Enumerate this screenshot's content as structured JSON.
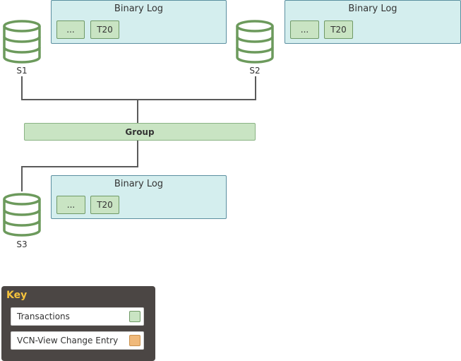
{
  "servers": [
    {
      "label": "S1",
      "binary_log": {
        "title": "Binary Log",
        "entries": [
          "...",
          "T20"
        ]
      }
    },
    {
      "label": "S2",
      "binary_log": {
        "title": "Binary Log",
        "entries": [
          "...",
          "T20"
        ]
      }
    },
    {
      "label": "S3",
      "binary_log": {
        "title": "Binary Log",
        "entries": [
          "...",
          "T20"
        ]
      }
    }
  ],
  "group": {
    "label": "Group"
  },
  "key": {
    "title": "Key",
    "items": [
      {
        "label": "Transactions",
        "color": "#c9e4c3"
      },
      {
        "label": "VCN-View Change Entry",
        "color": "#f0b97a"
      }
    ]
  },
  "colors": {
    "binlog_fill": "#d4eeee",
    "transaction_fill": "#c9e4c3",
    "database_stroke": "#6c9a5c",
    "key_background": "#4b4644",
    "key_title": "#f6c33c"
  }
}
